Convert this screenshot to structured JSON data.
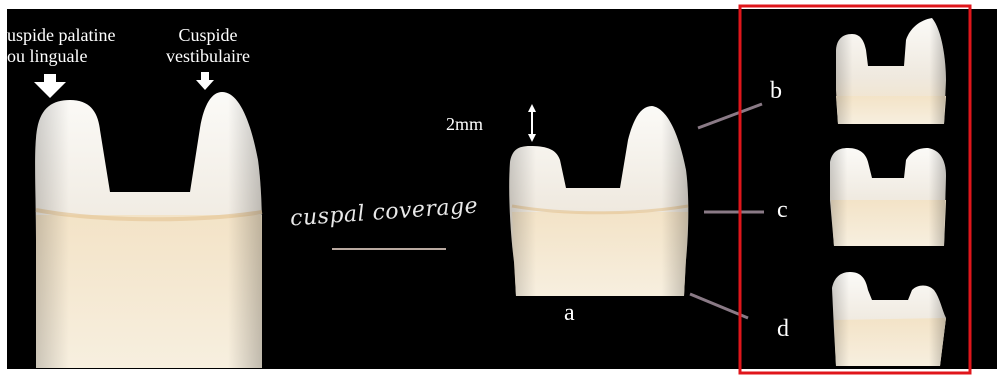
{
  "labels": {
    "palatine": "uspide palatine\nou linguale",
    "vestibular": "Cuspide\nvestibulaire",
    "height": "2mm",
    "a": "a",
    "b": "b",
    "c": "c",
    "d": "d",
    "arrow_caption": "cuspal coverage"
  },
  "colors": {
    "background": "#000000",
    "frame": "#e0161b",
    "tooth_enamel": "#f3efe8",
    "tooth_dentin": "#f1e4c9",
    "arrow": "#ffffff",
    "pointer": "#8a7a86"
  },
  "icons": [
    "down-arrow-icon",
    "double-headed-arrow-icon",
    "right-arrow-icon"
  ]
}
